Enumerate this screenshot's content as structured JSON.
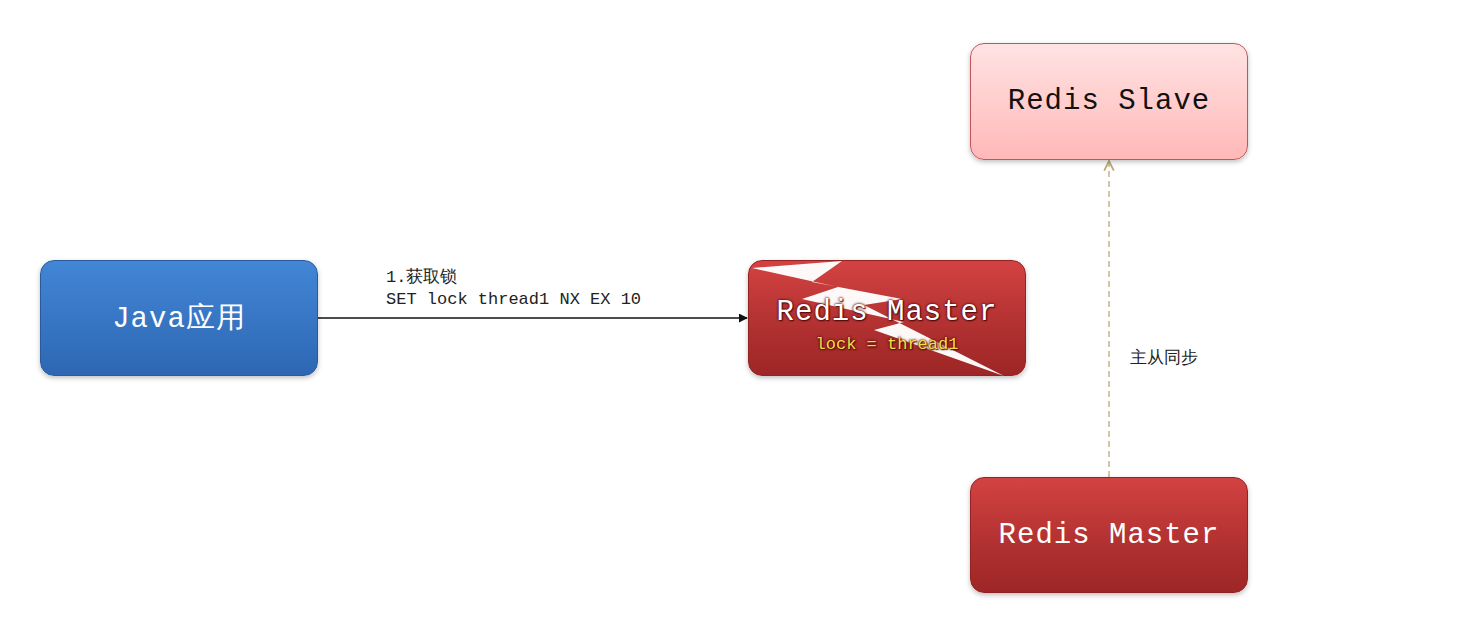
{
  "diagram": {
    "nodes": [
      {
        "text": [
          "Java应用"
        ]
      },
      {
        "text": [
          "Redis Master",
          "lock = thread1"
        ]
      },
      {
        "text": [
          "Redis Slave"
        ]
      },
      {
        "text": [
          "Redis Master"
        ]
      }
    ],
    "edges": [
      {
        "from": 0,
        "to": 1,
        "arrow": "to",
        "label": "1.获取锁"
      },
      {
        "from": 3,
        "to": 2,
        "arrow": "to",
        "label": "主从同步"
      }
    ],
    "labels": [
      "SET lock thread1 NX EX 10"
    ]
  }
}
